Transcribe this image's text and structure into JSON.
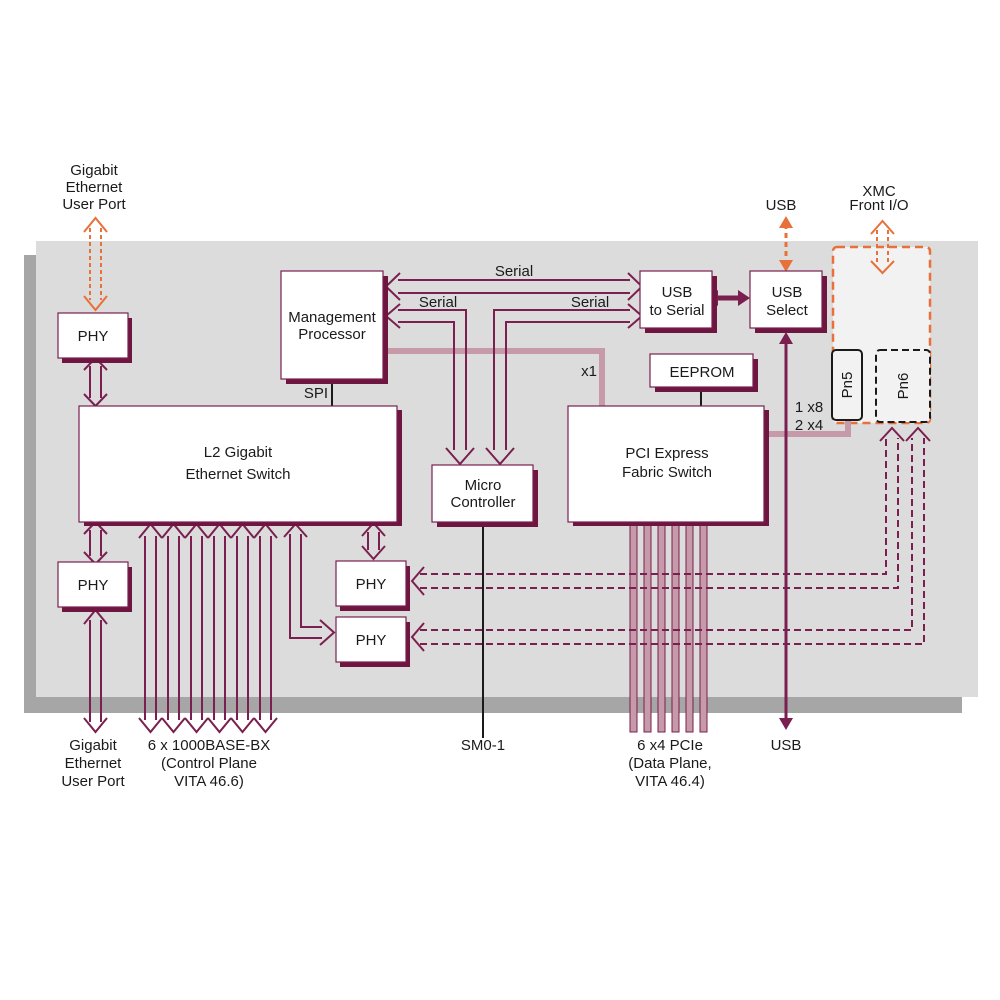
{
  "colors": {
    "accent": "#7a1f4f",
    "orange": "#e8703a",
    "board": "#dcdcdc",
    "board_shadow": "#a6a6a6",
    "link": "#c79aaa"
  },
  "blocks": {
    "phy_top": "PHY",
    "phy_bottom_left": "PHY",
    "phy_mid_1": "PHY",
    "phy_mid_2": "PHY",
    "l2_switch": [
      "L2 Gigabit",
      "Ethernet Switch"
    ],
    "mgmt": [
      "Management",
      "Processor"
    ],
    "micro": [
      "Micro",
      "Controller"
    ],
    "usb_serial": [
      "USB",
      "to Serial"
    ],
    "usb_select": [
      "USB",
      "Select"
    ],
    "eeprom": "EEPROM",
    "pcie_switch": [
      "PCI Express",
      "Fabric Switch"
    ],
    "pn5": "Pn5",
    "pn6": "Pn6"
  },
  "labels": {
    "serial_top": "Serial",
    "serial_left": "Serial",
    "serial_right": "Serial",
    "spi": "SPI",
    "x1": "x1",
    "x8": "1 x8",
    "x4": "2 x4",
    "usb_top": "USB",
    "usb_bottom": "USB",
    "xmc": [
      "XMC",
      "Front I/O"
    ],
    "gbe_top": [
      "Gigabit",
      "Ethernet",
      "User Port"
    ],
    "gbe_bottom": [
      "Gigabit",
      "Ethernet",
      "User Port"
    ],
    "base_bx": [
      "6 x 1000BASE-BX",
      "(Control Plane",
      "VITA 46.6)"
    ],
    "sm01": "SM0-1",
    "pcie_lanes": [
      "6  x4 PCIe",
      "(Data Plane,",
      "VITA 46.4)"
    ]
  }
}
